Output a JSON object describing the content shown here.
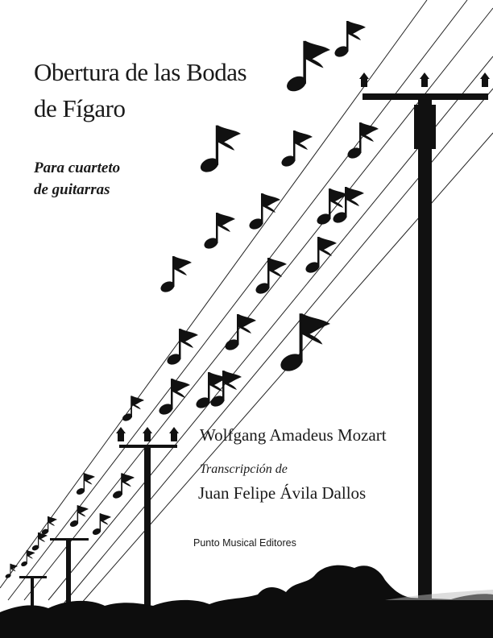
{
  "cover": {
    "title_line1": "Obertura de las Bodas",
    "title_line2": "de Fígaro",
    "subtitle_line1": "Para cuarteto",
    "subtitle_line2": "de guitarras",
    "composer": "Wolfgang Amadeus Mozart",
    "transcription_label": "Transcripción de",
    "transcriber": "Juan Felipe Ávila Dallos",
    "publisher": "Punto Musical Editores"
  }
}
